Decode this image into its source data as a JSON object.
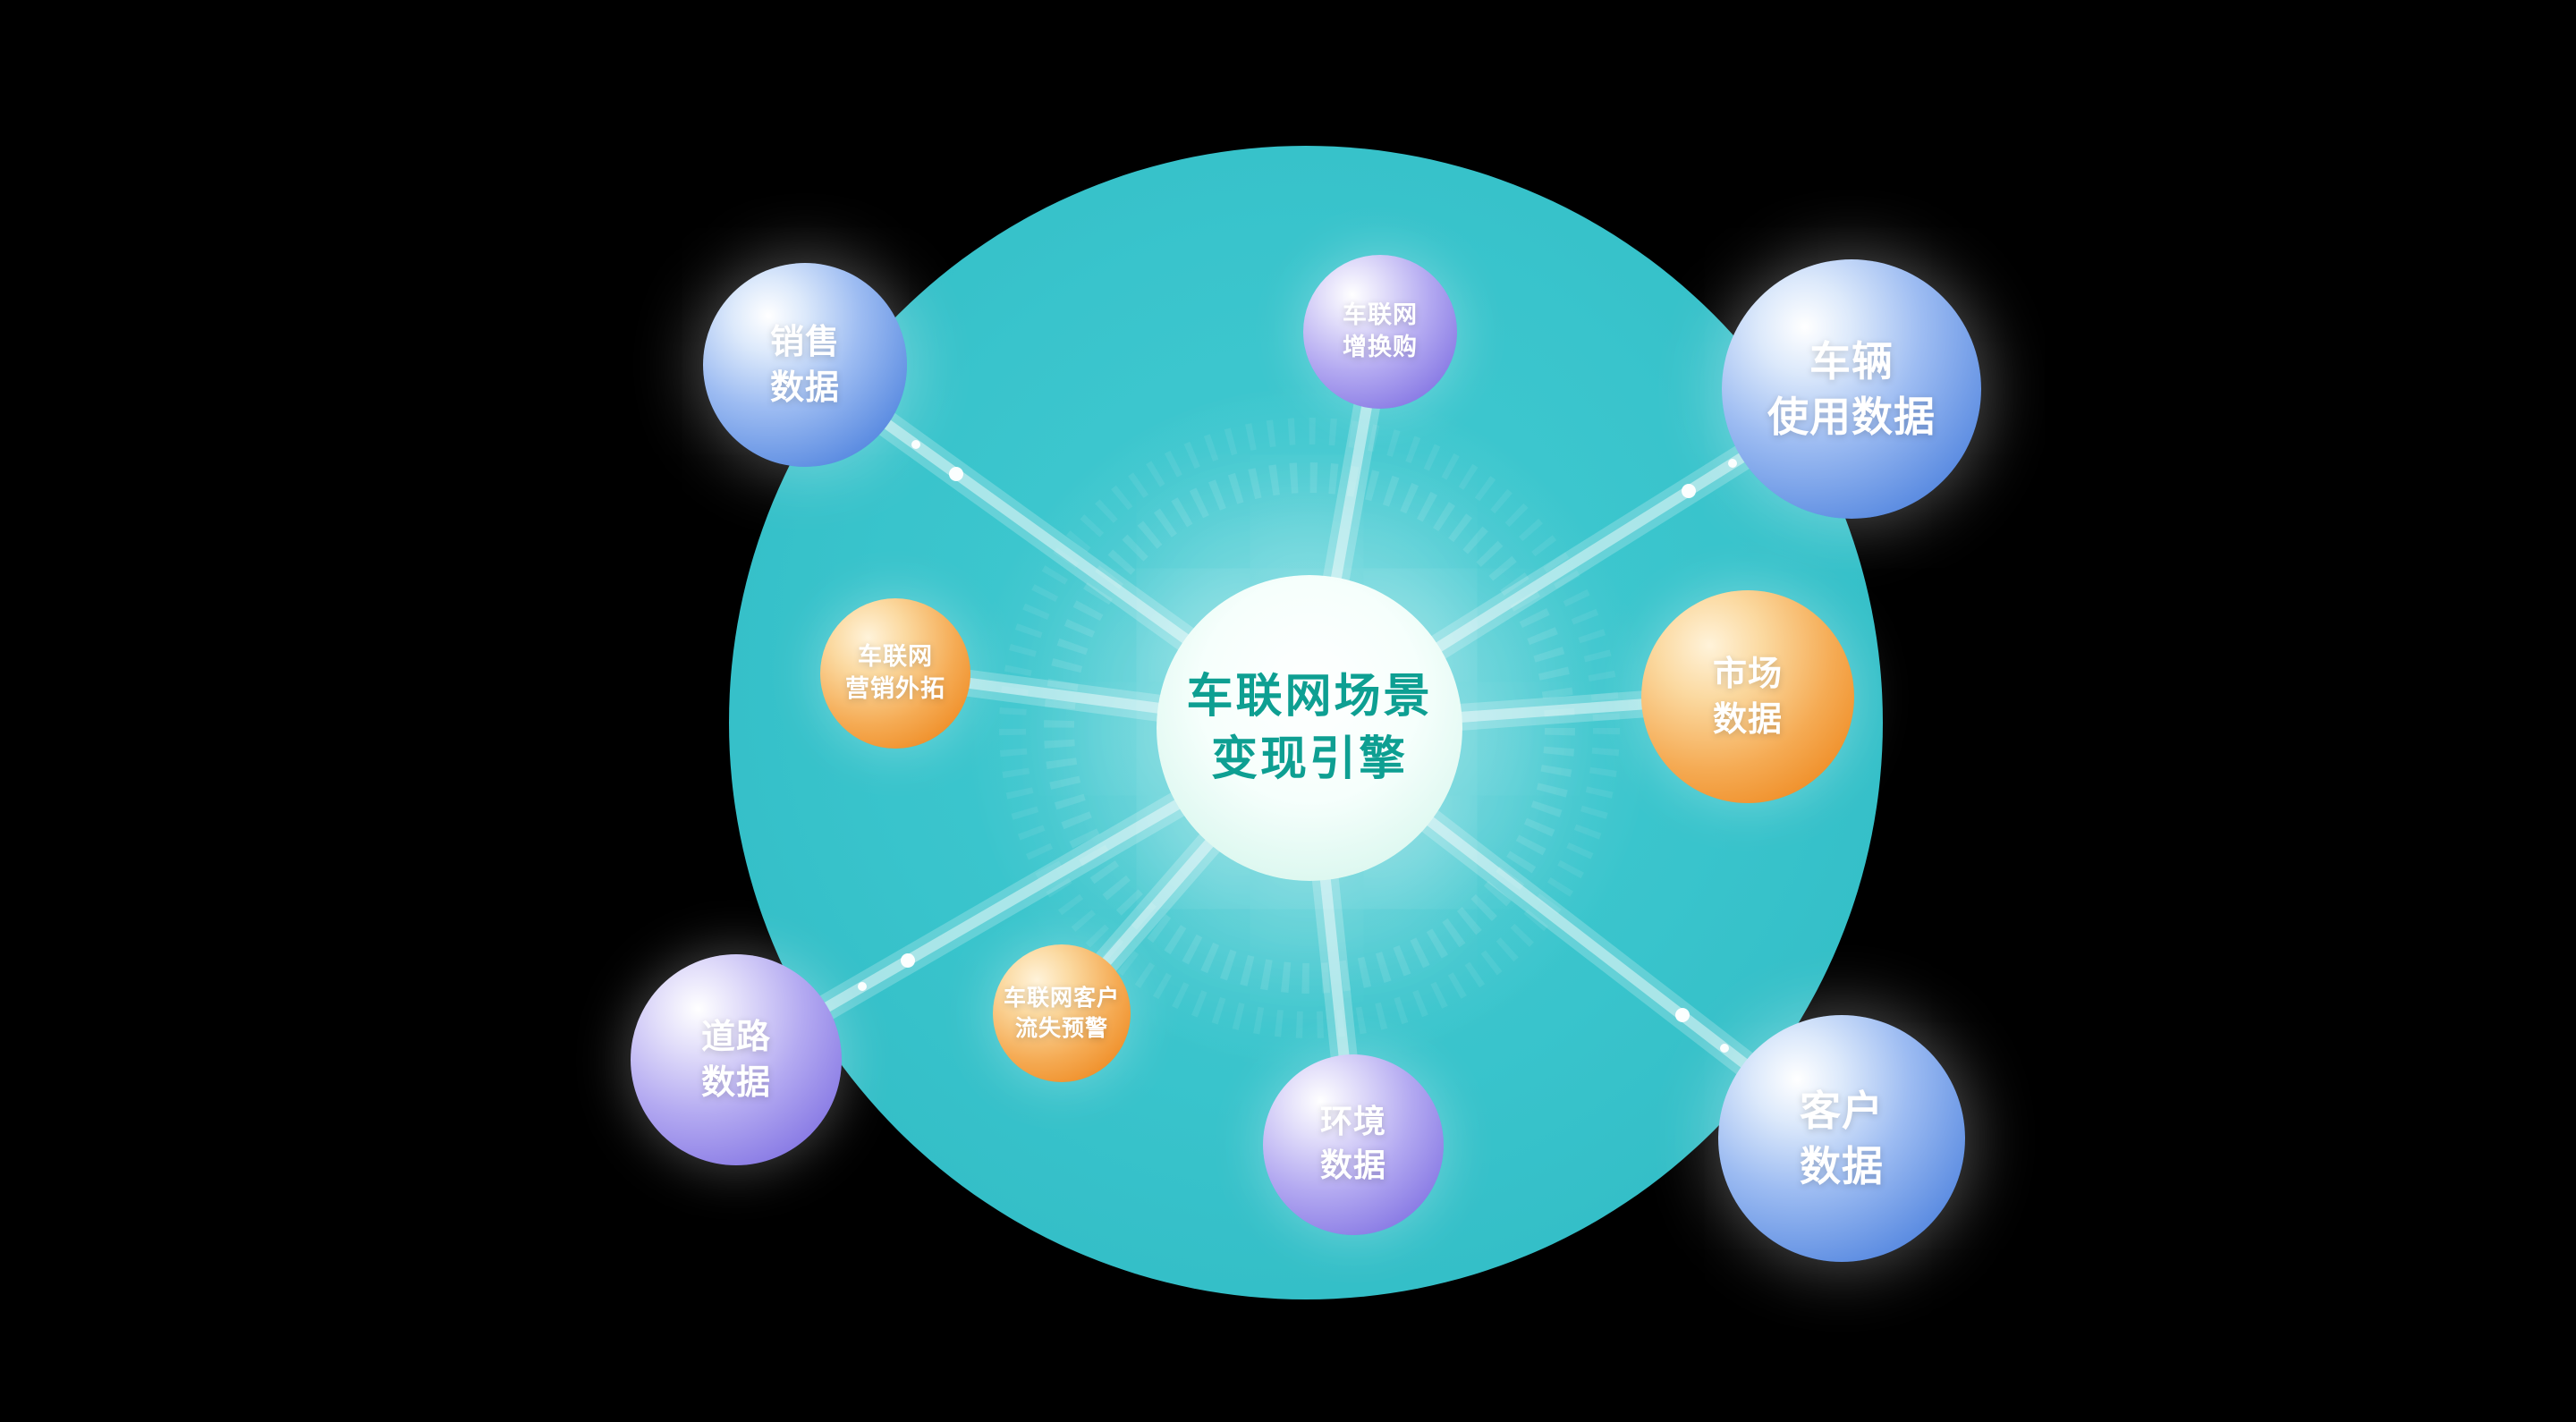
{
  "center": {
    "line1": "车联网场景",
    "line2": "变现引擎"
  },
  "nodes": {
    "sales": {
      "line1": "销售",
      "line2": "数据"
    },
    "trade_in": {
      "line1": "车联网",
      "line2": "增换购"
    },
    "vehicle": {
      "line1": "车辆",
      "line2": "使用数据"
    },
    "marketing": {
      "line1": "车联网",
      "line2": "营销外拓"
    },
    "market": {
      "line1": "市场",
      "line2": "数据"
    },
    "road": {
      "line1": "道路",
      "line2": "数据"
    },
    "churn": {
      "line1": "车联网客户",
      "line2": "流失预警"
    },
    "environment": {
      "line1": "环境",
      "line2": "数据"
    },
    "customer": {
      "line1": "客户",
      "line2": "数据"
    }
  },
  "colors": {
    "background": "#000000",
    "main_circle": "#39c4cc",
    "center_text": "#0e9f92",
    "label_text": "#ffffff",
    "blue_sphere": "#4877cf",
    "purple_sphere": "#7466d8",
    "orange_sphere": "#ea7f15"
  }
}
